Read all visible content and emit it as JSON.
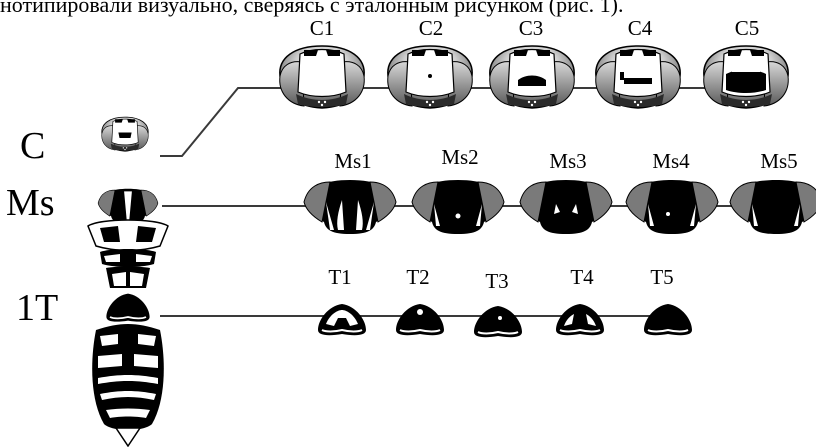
{
  "caption_fragment": "нотипировали визуально, сверяясь с эталонным рисунком (рис. 1).",
  "rows": [
    {
      "key": "C",
      "label": "C",
      "variants": [
        "C1",
        "C2",
        "C3",
        "C4",
        "C5"
      ]
    },
    {
      "key": "Ms",
      "label": "Ms",
      "variants": [
        "Ms1",
        "Ms2",
        "Ms3",
        "Ms4",
        "Ms5"
      ]
    },
    {
      "key": "T",
      "label": "1T",
      "variants": [
        "T1",
        "T2",
        "T3",
        "T4",
        "T5"
      ]
    }
  ],
  "colors": {
    "ink": "#000000",
    "dark_gray": "#3a3a3a",
    "mid_gray": "#7d7d7d",
    "light_gray": "#bdbdbd",
    "background": "#ffffff"
  }
}
